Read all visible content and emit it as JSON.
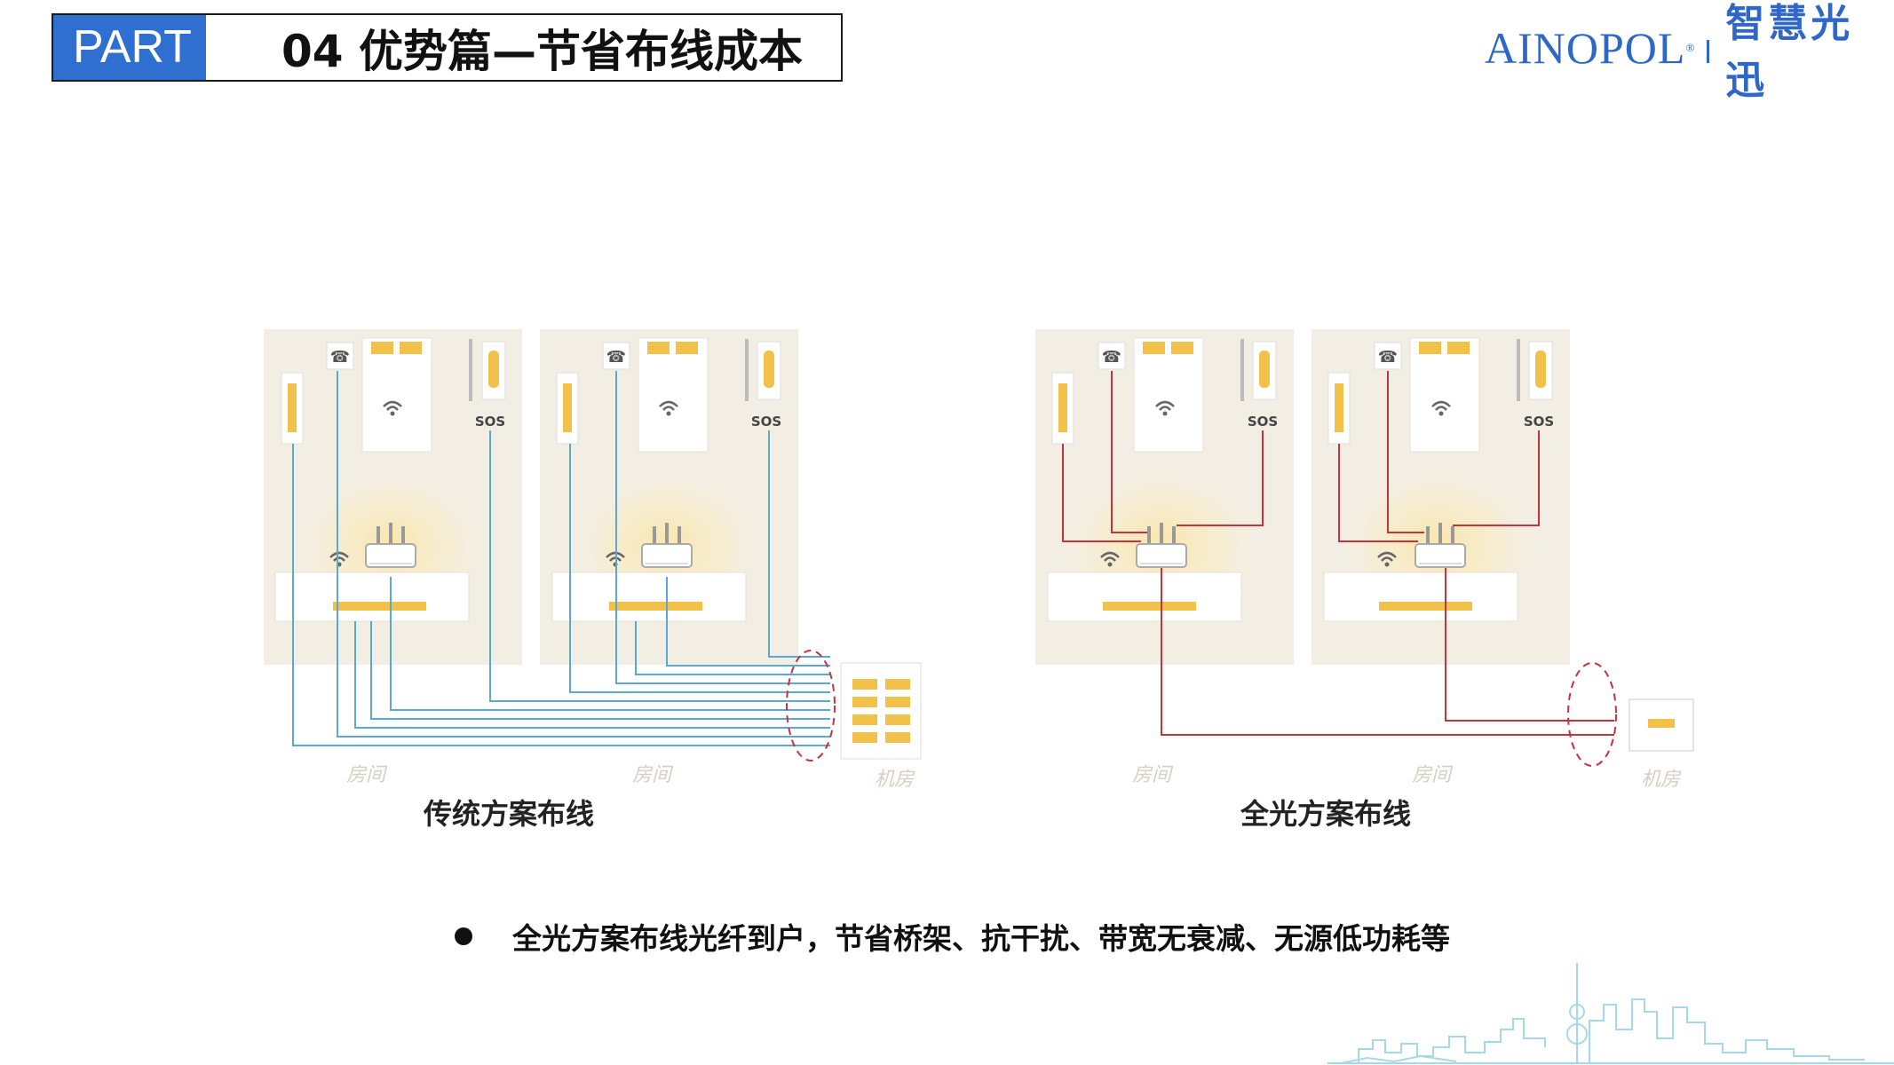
{
  "header": {
    "part_label": "PART",
    "title": "04 优势篇—节省布线成本"
  },
  "logo": {
    "en": "AINOPOL",
    "reg": "®",
    "cn": "智慧光迅"
  },
  "room_labels": {
    "sos": "SOS",
    "room": "房间",
    "machine_room": "机房"
  },
  "captions": {
    "traditional": "传统方案布线",
    "all_optical": "全光方案布线"
  },
  "bullet": "全光方案布线光纤到户，节省桥架、抗干扰、带宽无衰减、无源低功耗等",
  "colors": {
    "accent_blue": "#2f6fcf",
    "traditional_wire": "#5aa8d8",
    "optical_wire": "#c8323a",
    "room_bg": "#f3eee4",
    "device_yellow": "#f1c14a"
  },
  "icons": [
    "phone-icon",
    "wifi-icon",
    "router-icon",
    "bed-icon",
    "light-switch-icon",
    "sos-button-icon",
    "patch-panel-icon",
    "onu-icon"
  ]
}
